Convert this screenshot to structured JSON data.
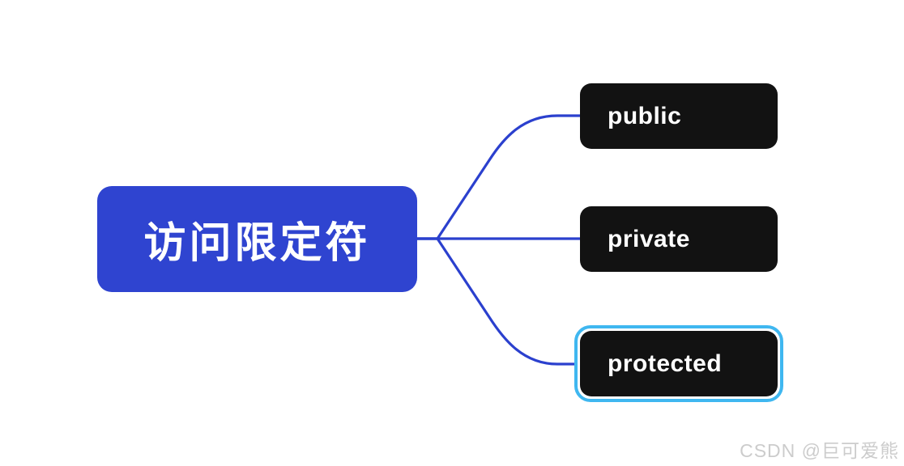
{
  "mindmap": {
    "root": {
      "label": "访问限定符"
    },
    "children": [
      {
        "label": "public",
        "selected": false
      },
      {
        "label": "private",
        "selected": false
      },
      {
        "label": "protected",
        "selected": true
      }
    ]
  },
  "watermark": {
    "text": "CSDN @巨可爱熊"
  },
  "colors": {
    "canvas_bg": "#ffffff",
    "root_fill": "#2F44D0",
    "root_text": "#ffffff",
    "child_fill": "#121212",
    "child_text": "#ffffff",
    "connector": "#2B40CE",
    "selection_ring": "#3FB7F0",
    "watermark_text": "#cccccc"
  }
}
